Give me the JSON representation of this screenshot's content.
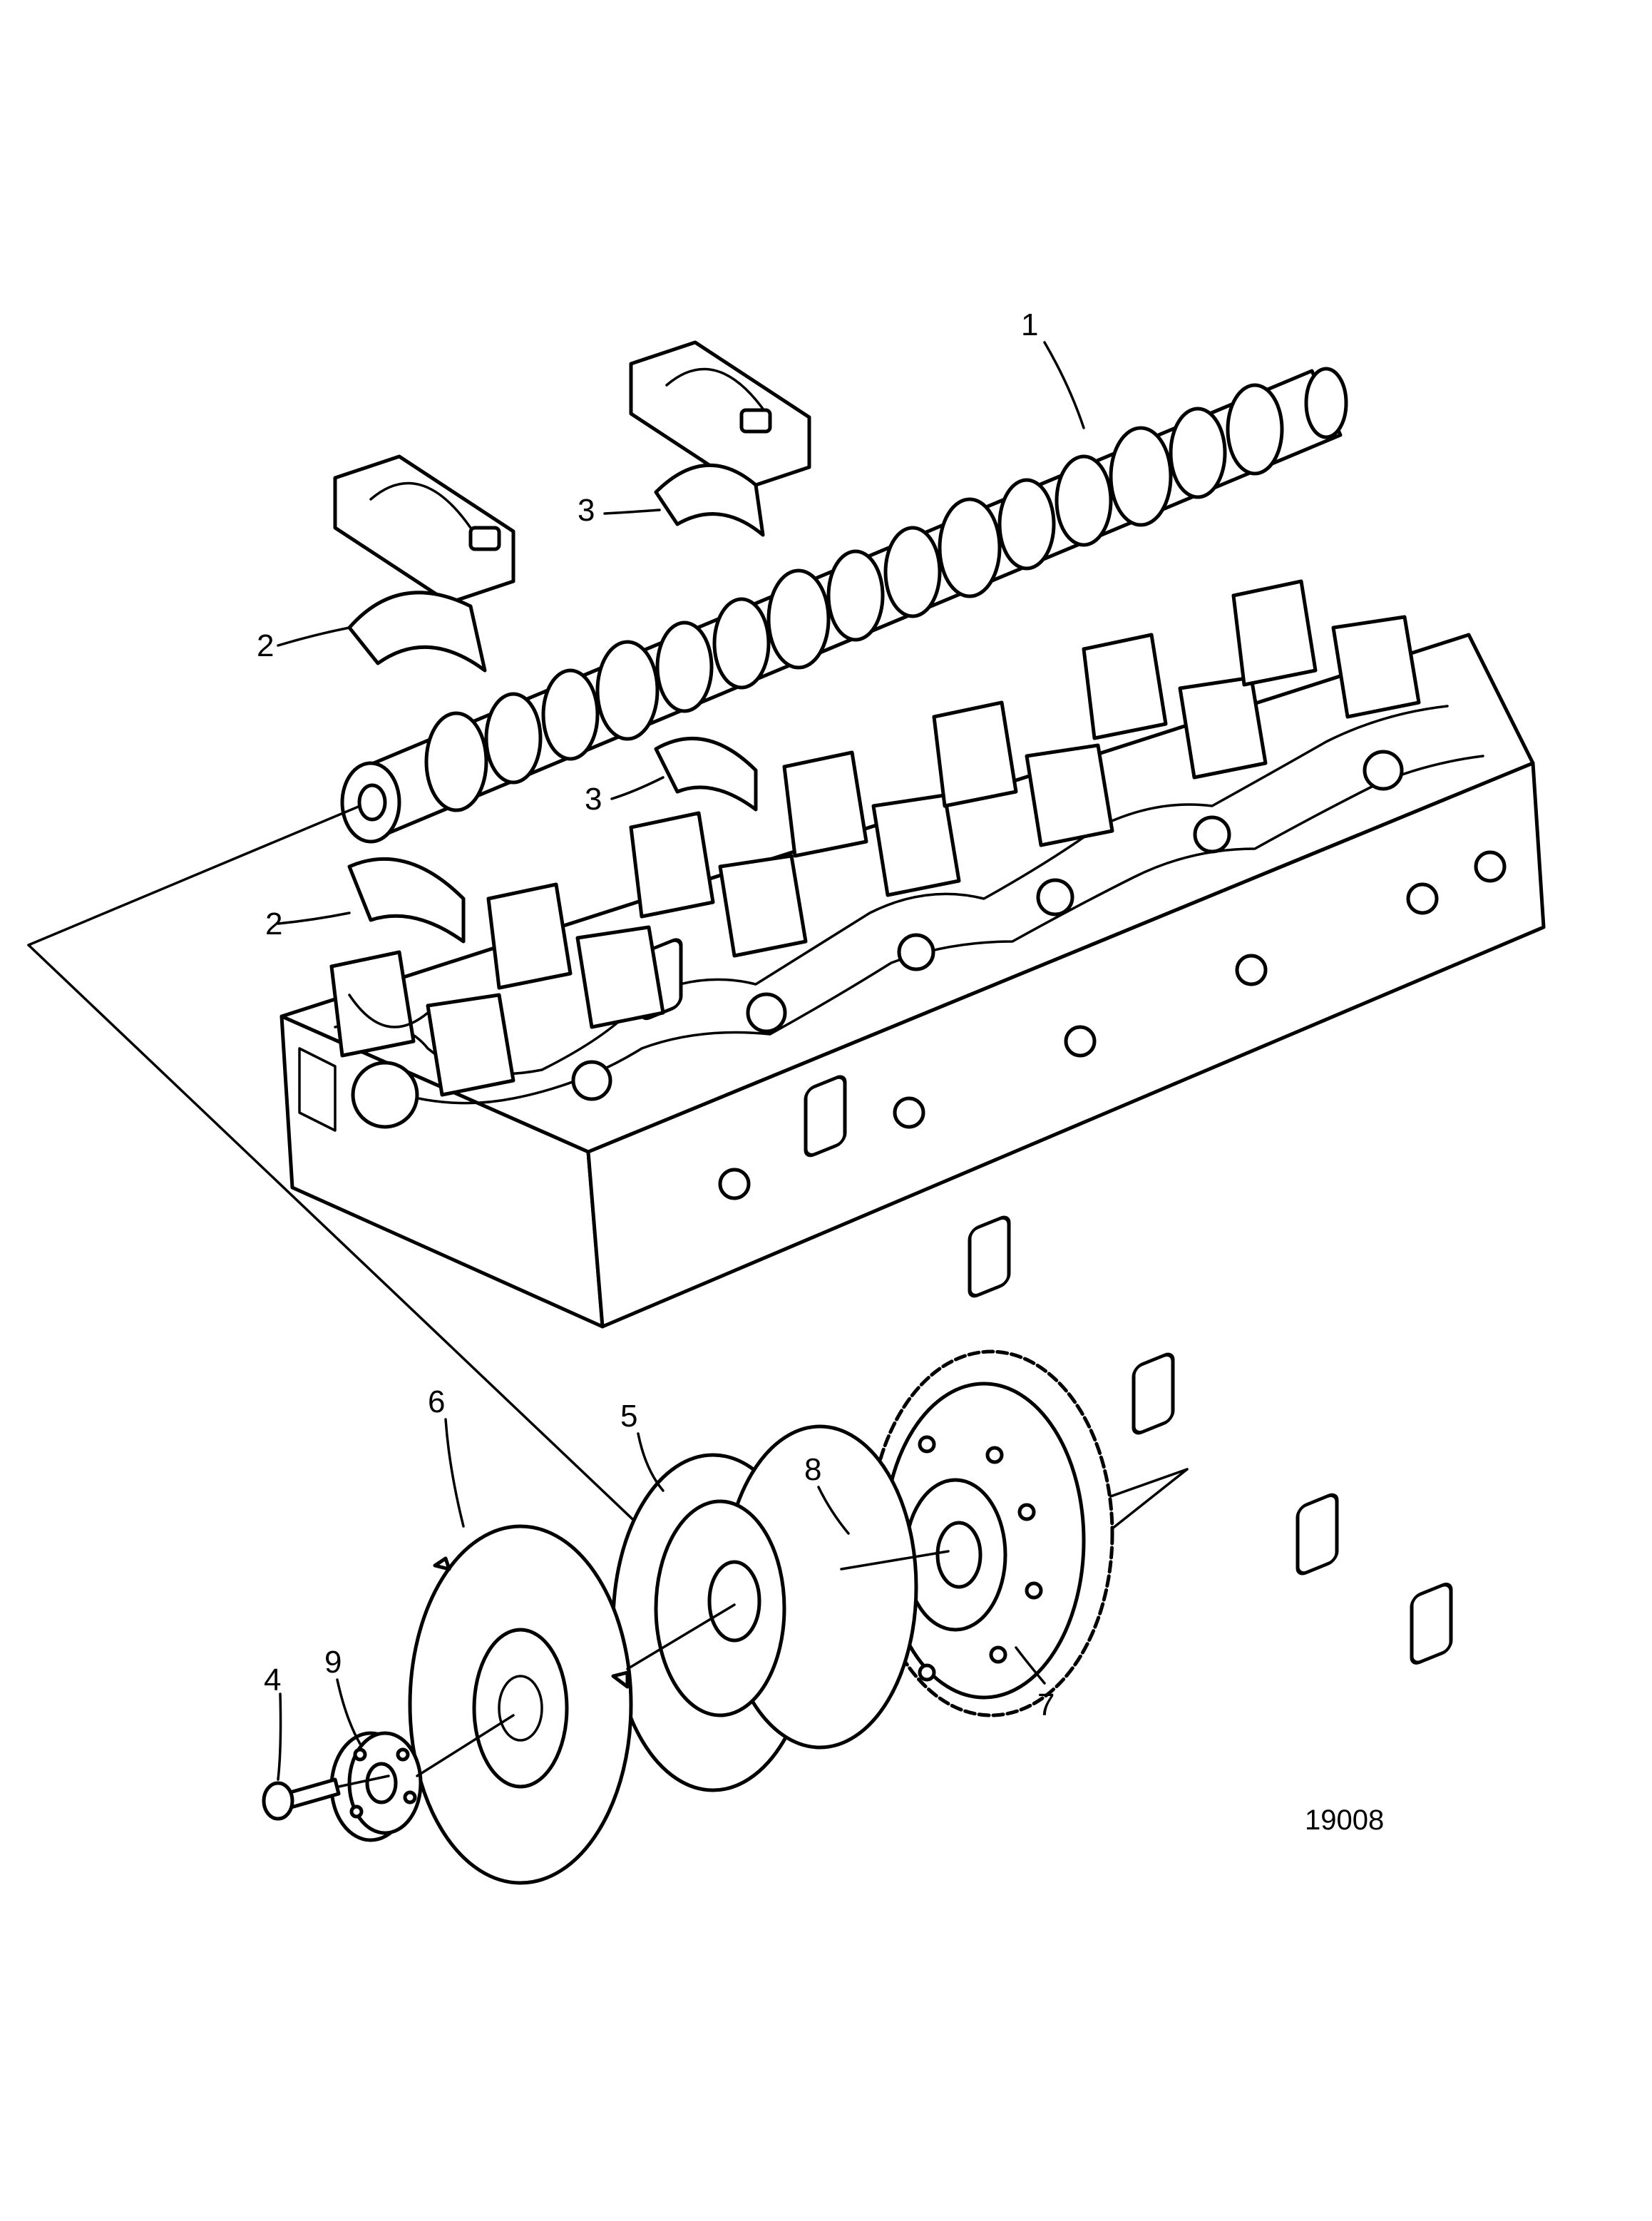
{
  "callouts": {
    "c1": "1",
    "c2a": "2",
    "c2b": "2",
    "c3a": "3",
    "c3b": "3",
    "c4": "4",
    "c5": "5",
    "c6": "6",
    "c7": "7",
    "c8": "8",
    "c9": "9"
  },
  "reference_number": "19008",
  "icons": {
    "camshaft": "camshaft-icon",
    "bearing_cap": "bearing-cap-icon",
    "bearing_shell": "bearing-shell-icon",
    "cylinder_head": "cylinder-head-icon",
    "gear": "gear-icon",
    "damper": "vibration-damper-icon",
    "plate": "plate-icon",
    "hub": "hub-icon",
    "bolt": "bolt-icon",
    "pin": "pin-icon"
  },
  "colors": {
    "line": "#000000",
    "background": "#ffffff"
  }
}
